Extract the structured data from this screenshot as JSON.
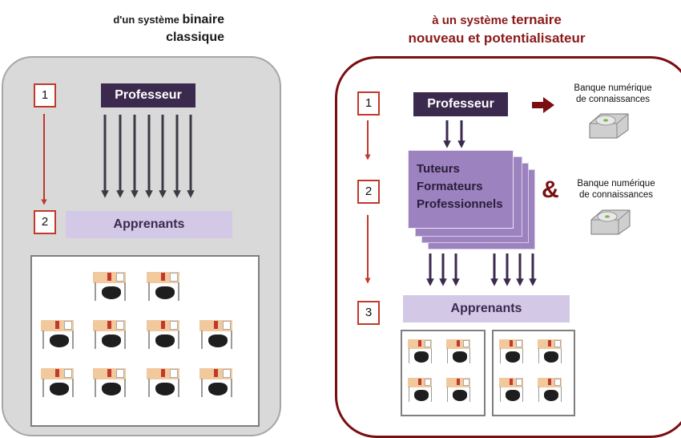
{
  "left": {
    "title_prefix": "d'un système ",
    "title_strong": "binaire",
    "title_line2": "classique",
    "step1": "1",
    "step2": "2",
    "teacher": "Professeur",
    "learners": "Apprenants"
  },
  "right": {
    "title_prefix": "à un système ",
    "title_strong": "ternaire",
    "title_line2": "nouveau et potentialisateur",
    "step1": "1",
    "step2": "2",
    "step3": "3",
    "teacher": "Professeur",
    "tutors_line1": "Tuteurs",
    "tutors_line2": "Formateurs",
    "tutors_line3": "Professionnels",
    "ampersand": "&",
    "bank1_line1": "Banque numérique",
    "bank1_line2": "de connaissances",
    "bank2_line1": "Banque numérique",
    "bank2_line2": "de connaissances",
    "learners": "Apprenants"
  },
  "colors": {
    "dark_purple": "#3b2a4d",
    "light_purple": "#d3c8e6",
    "mid_purple": "#9c82bf",
    "dark_red": "#7a0f12",
    "step_border": "#c0392b",
    "panel_grey": "#d9d9d9"
  },
  "icons": [
    "disk-drive-icon",
    "classroom-desk-icon"
  ]
}
